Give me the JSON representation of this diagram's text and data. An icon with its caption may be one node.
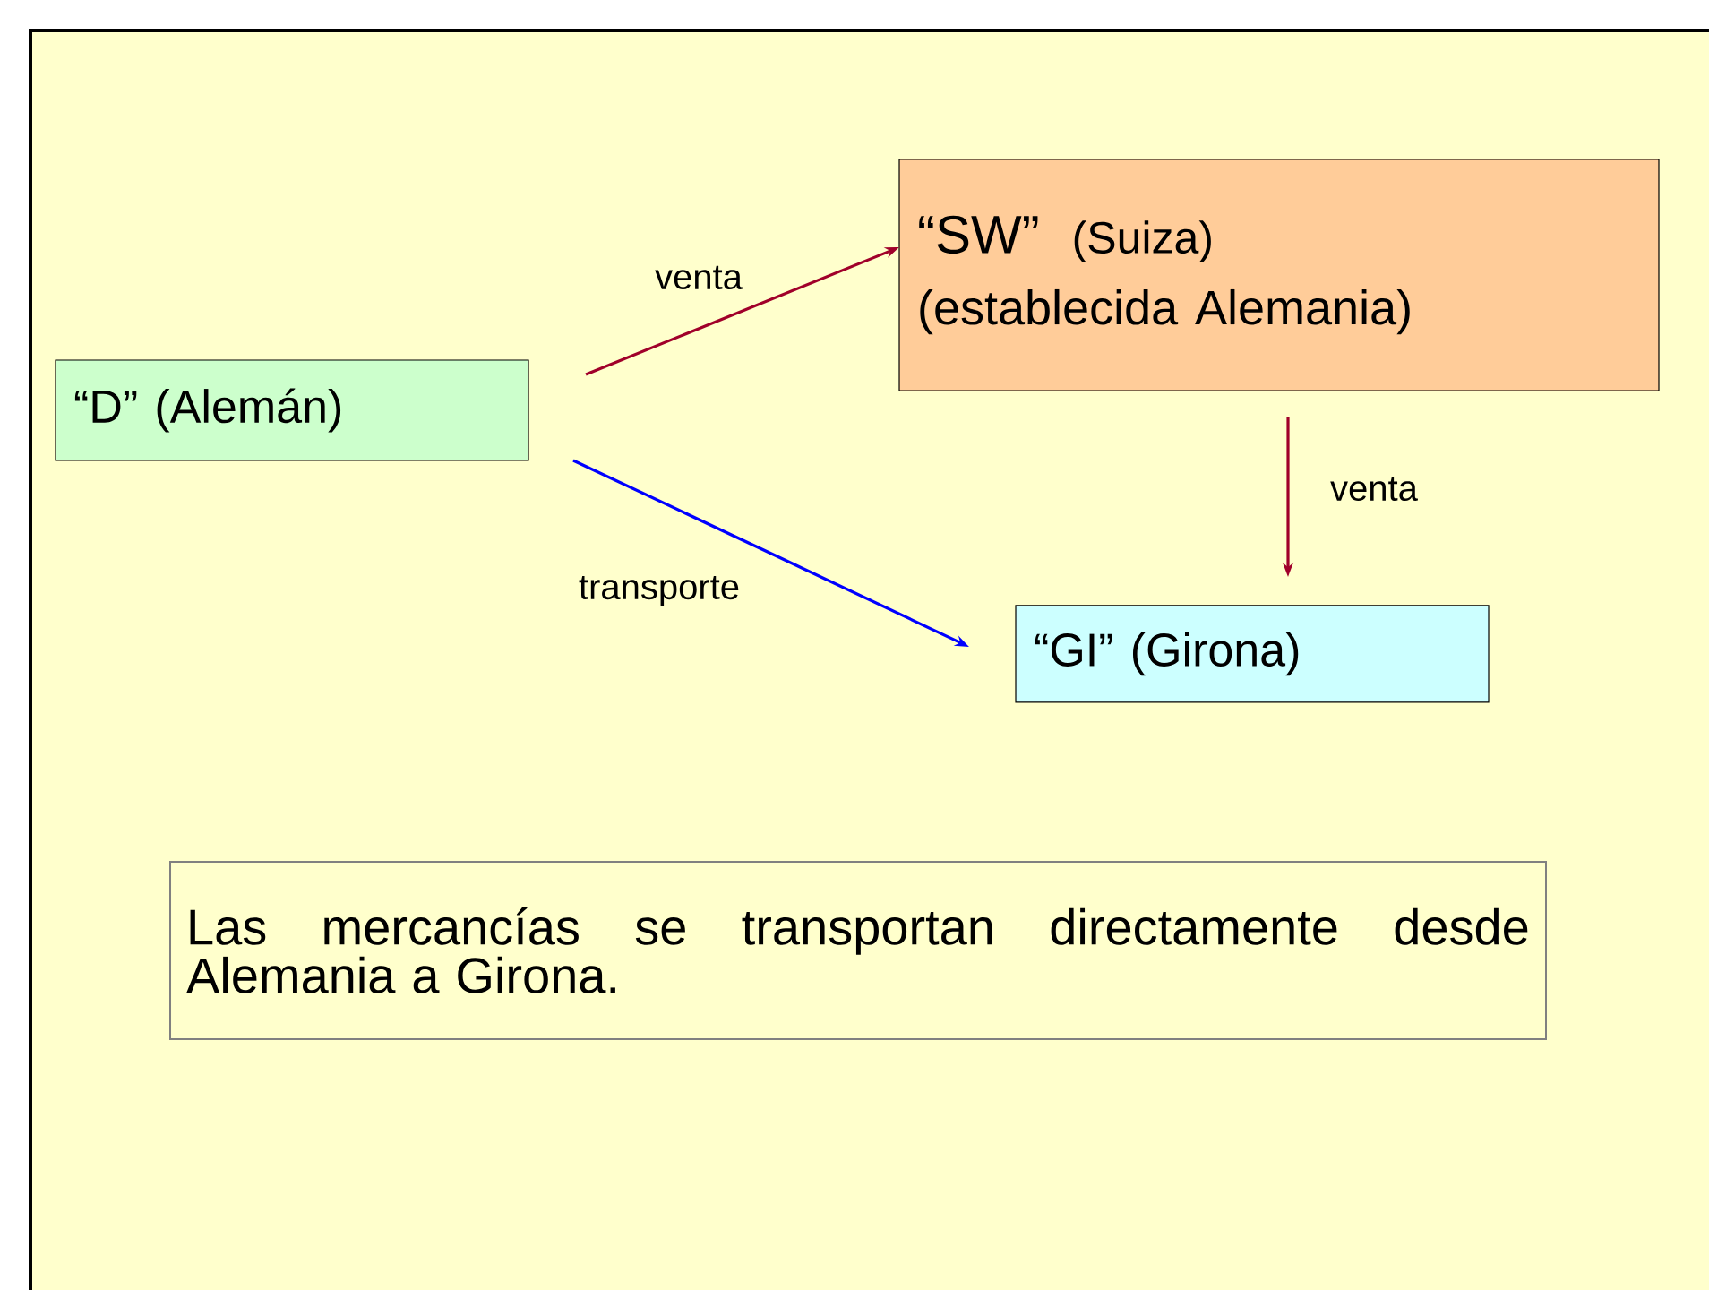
{
  "diagram": {
    "nodes": [
      {
        "text": [
          "“D”  (Alemán)"
        ]
      },
      {
        "text": [
          "“SW”",
          "(Suiza)",
          "(establecida Alemania)"
        ]
      },
      {
        "text": [
          "“GI” (Girona)"
        ]
      },
      {
        "text": [
          "Las mercancías se transportan directamente desde  Alemania  a  Girona."
        ]
      }
    ],
    "edges": [
      {
        "from": 0,
        "to": 1,
        "arrow": "to",
        "label": "venta"
      },
      {
        "from": 1,
        "to": 2,
        "arrow": "to",
        "label": "venta"
      },
      {
        "from": 0,
        "to": 2,
        "arrow": "to",
        "label": "transporte",
        "color": "#0000ff"
      }
    ]
  }
}
